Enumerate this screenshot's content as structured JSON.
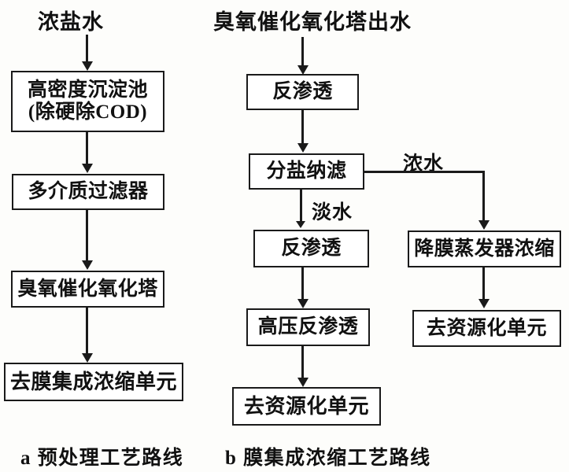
{
  "figure": {
    "title_a": "a 预处理工艺路线",
    "title_b": "b 膜集成浓缩工艺路线"
  },
  "column_a": {
    "inlet_label": "浓盐水",
    "boxes": [
      {
        "id": "high-density-sedimentation-tank",
        "text": "高密度沉淀池\n(除硬除COD)"
      },
      {
        "id": "multimedia-filter",
        "text": "多介质过滤器"
      },
      {
        "id": "ozone-catalytic-oxidation-tower",
        "text": "臭氧催化氧化塔"
      },
      {
        "id": "to-membrane-integrated-concentration-unit",
        "text": "去膜集成浓缩单元"
      }
    ]
  },
  "column_b": {
    "inlet_label": "臭氧催化氧化塔出水",
    "boxes": [
      {
        "id": "reverse-osmosis-1",
        "text": "反渗透"
      },
      {
        "id": "salt-separation-nanofiltration",
        "text": "分盐纳滤"
      },
      {
        "id": "reverse-osmosis-2",
        "text": "反渗透"
      },
      {
        "id": "high-pressure-reverse-osmosis",
        "text": "高压反渗透"
      },
      {
        "id": "to-resource-unit-left",
        "text": "去资源化单元"
      },
      {
        "id": "falling-film-evaporator-concentration",
        "text": "降膜蒸发器浓缩"
      },
      {
        "id": "to-resource-unit-right",
        "text": "去资源化单元"
      }
    ],
    "stream_labels": {
      "concentrate": "浓水",
      "permeate": "淡水"
    }
  },
  "colors": {
    "line": "#1a1a1a",
    "box_fill": "#ffffff",
    "background": "#fdfdfb",
    "text": "#111111"
  }
}
